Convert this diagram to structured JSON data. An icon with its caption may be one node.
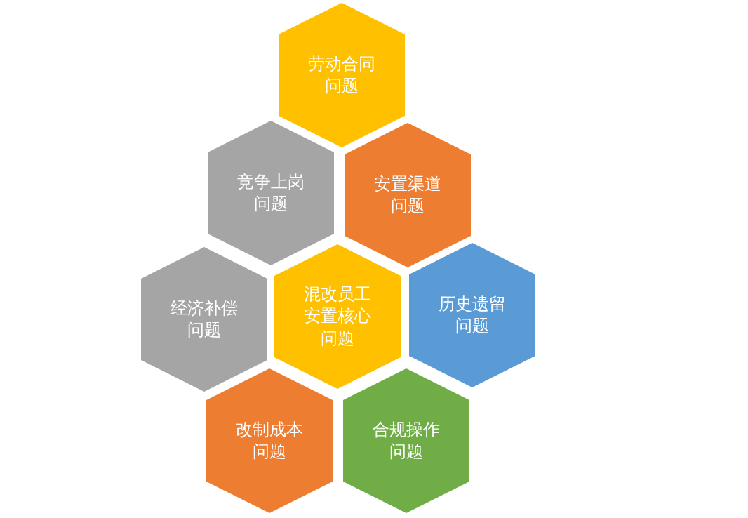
{
  "diagram": {
    "nodes": [
      {
        "text": [
          "劳动合同问题"
        ]
      },
      {
        "text": [
          "竞争上岗问题"
        ]
      },
      {
        "text": [
          "安置渠道问题"
        ]
      },
      {
        "text": [
          "经济补偿问题"
        ]
      },
      {
        "text": [
          "混改员工安置核心问题"
        ]
      },
      {
        "text": [
          "历史遗留问题"
        ]
      },
      {
        "text": [
          "改制成本问题"
        ]
      },
      {
        "text": [
          "合规操作问题"
        ]
      }
    ]
  }
}
